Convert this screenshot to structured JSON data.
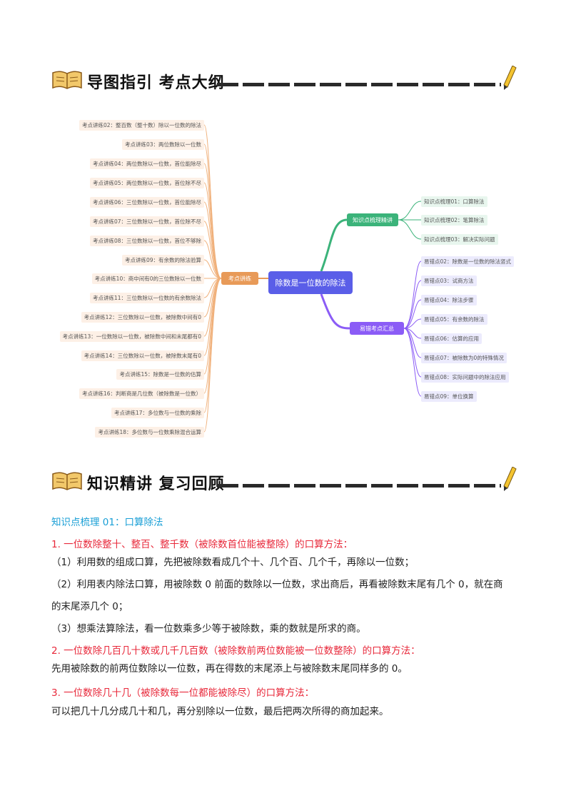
{
  "section1": {
    "title": "导图指引  考点大纲"
  },
  "section2": {
    "title": "知识精讲  复习回顾"
  },
  "mindmap": {
    "center": "除数是一位数的除法",
    "branch_left": "考点讲练",
    "branch_top": "知识点梳理精讲",
    "branch_bottom": "易错考点汇总",
    "left_items": [
      "考点讲练02：整百数（整十数）除以一位数的除法",
      "考点讲练03：两位数除以一位数",
      "考点讲练04：两位数除以一位数，首位能除尽",
      "考点讲练05：两位数除以一位数，首位除不尽",
      "考点讲练06：三位数除以一位数，首位能除尽",
      "考点讲练07：三位数除以一位数，首位除不尽",
      "考点讲练08：三位数除以一位数，首位不够除",
      "考点讲练09：有余数的除法验算",
      "考点讲练10：商中间有0的三位数除以一位数",
      "考点讲练11：三位数除以一位数的有余数除法",
      "考点讲练12：三位数除以一位数，被除数中间有0",
      "考点讲练13：一位数除以一位数，被除数中间和末尾都有0",
      "考点讲练14：三位数除以一位数，被除数末尾有0",
      "考点讲练15：除数是一位数的估算",
      "考点讲练16：判断商是几位数（被除数是一位数）",
      "考点讲练17：多位数与一位数的乘除",
      "考点讲练18：多位数与一位数乘除混合运算"
    ],
    "top_items": [
      "知识点梳理01：口算除法",
      "知识点梳理02：笔算除法",
      "知识点梳理03：解决实际问题"
    ],
    "bottom_items": [
      "易错点02：除数是一位数的除法竖式",
      "易错点03：试商方法",
      "易错点04：除法步骤",
      "易错点05：有余数的除法",
      "易错点06：估算的应用",
      "易错点07：被除数为0的特殊情况",
      "易错点08：实际问题中的除法应用",
      "易错点09：单位换算"
    ]
  },
  "knowledge": {
    "kp_title": "知识点梳理 01：口算除法",
    "h1": "1. 一位数除整十、整百、整千数（被除数首位能被整除）的口算方法：",
    "p1": "（1）利用数的组成口算，先把被除数看成几个十、几个百、几个千，再除以一位数；",
    "p2a": "（2）利用表内除法口算，用被除数 0 前面的数除以一位数，求出商后，再看被除数末尾有几个 0，就在商",
    "p2b": "的末尾添几个 0；",
    "p3": "（3）想乘法算除法，看一位数乘多少等于被除数，乘的数就是所求的商。",
    "h2": "2. 一位数除几百几十数或几千几百数（被除数前两位数能被一位数整除）的口算方法：",
    "p4": "先用被除数的前两位数除以一位数，再在得数的末尾添上与被除数末尾同样多的 0。",
    "h3": "3. 一位数除几十几（被除数每一位都能被除尽）的口算方法：",
    "p5": "可以把几十几分成几十和几，再分别除以一位数，最后把两次所得的商加起来。"
  },
  "colors": {
    "accent_blue": "#1a9fd6",
    "accent_red": "#e8283a",
    "center": "#5a5ee8",
    "left": "#e89a58",
    "top": "#3bb37a",
    "bottom": "#8b5cf6"
  }
}
